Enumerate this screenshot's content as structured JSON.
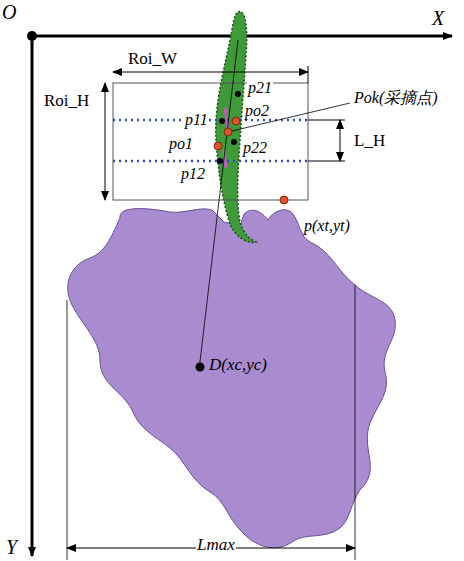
{
  "diagram": {
    "labels": [
      "O",
      "X",
      "Y",
      "Roi_W",
      "Roi_H",
      "p21",
      "p11",
      "po2",
      "Pok(采摘点)",
      "po1",
      "p22",
      "L_H",
      "p12",
      "p(xt,yt)",
      "D(xc,yc)",
      "Lmax"
    ]
  }
}
